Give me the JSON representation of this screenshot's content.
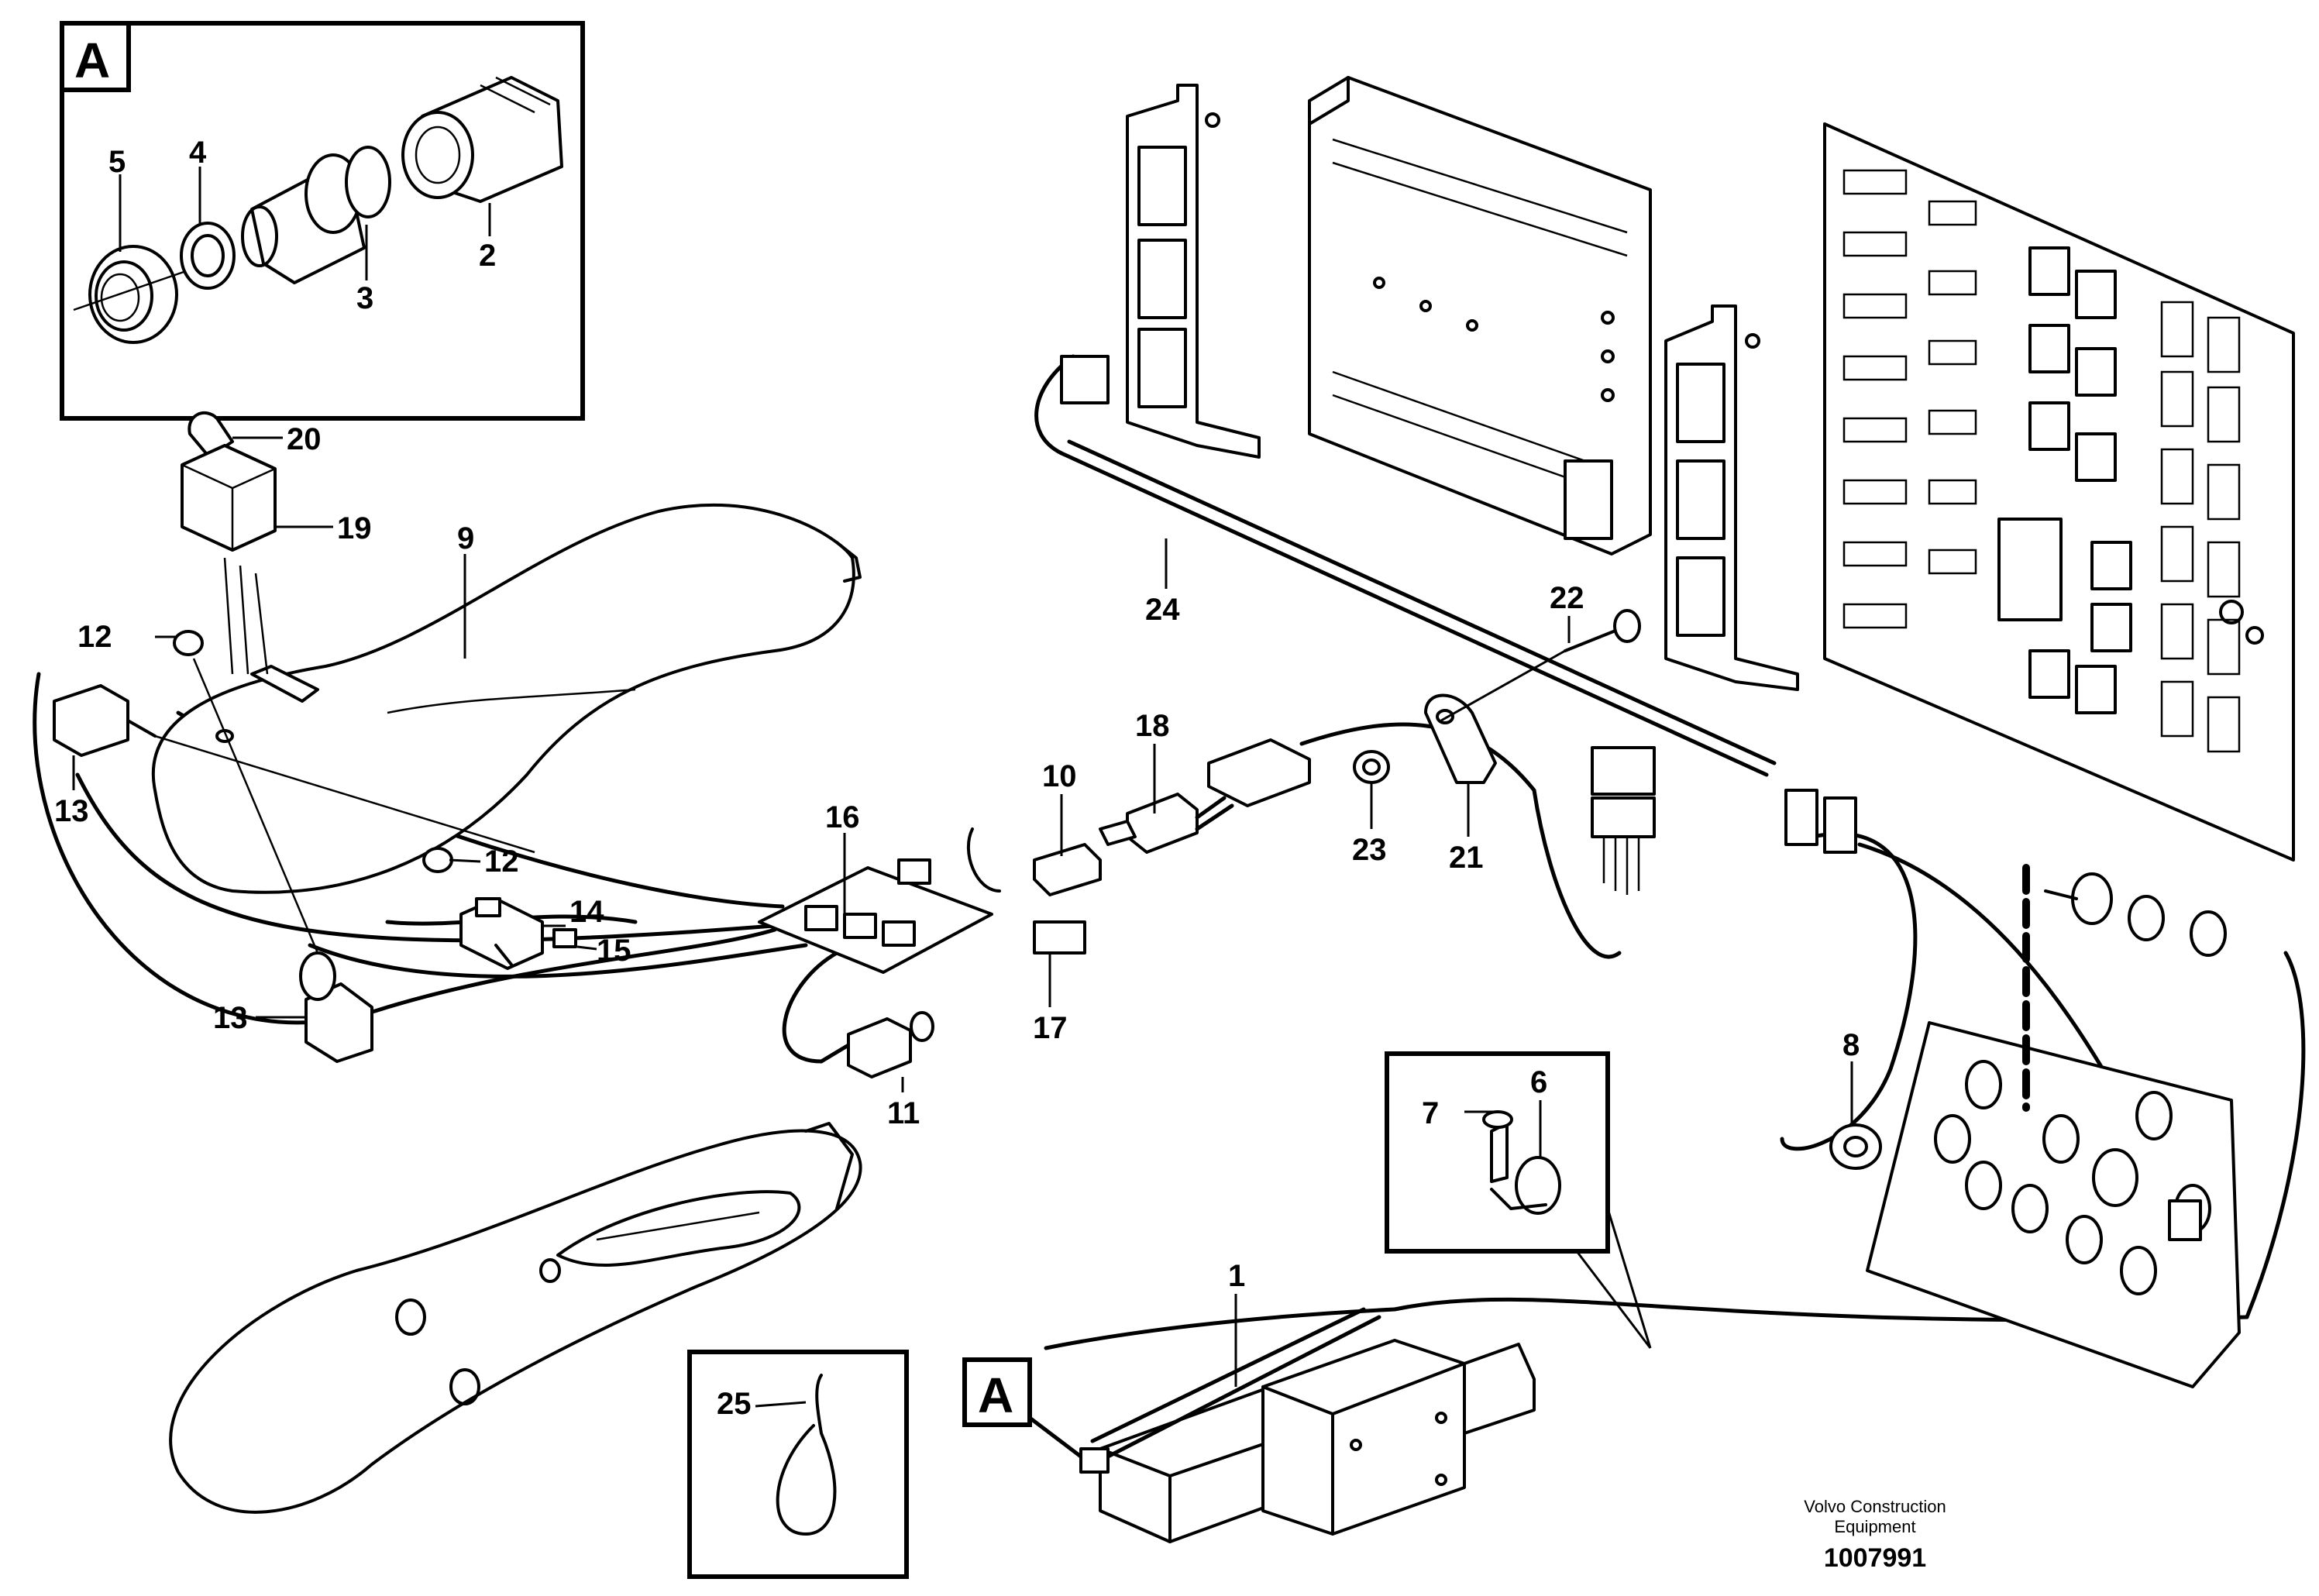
{
  "diagram": {
    "inset_letter": "A",
    "callouts": {
      "c1": "1",
      "c2": "2",
      "c3": "3",
      "c4": "4",
      "c5": "5",
      "c6": "6",
      "c7": "7",
      "c8": "8",
      "c9": "9",
      "c10": "10",
      "c11": "11",
      "c12a": "12",
      "c12b": "12",
      "c13a": "13",
      "c13b": "13",
      "c14": "14",
      "c15": "15",
      "c16": "16",
      "c17": "17",
      "c18": "18",
      "c19": "19",
      "c20": "20",
      "c21": "21",
      "c22": "22",
      "c23": "23",
      "c24": "24",
      "c25": "25"
    },
    "brand_line1": "Volvo Construction",
    "brand_line2": "Equipment",
    "drawing_number": "1007991"
  }
}
